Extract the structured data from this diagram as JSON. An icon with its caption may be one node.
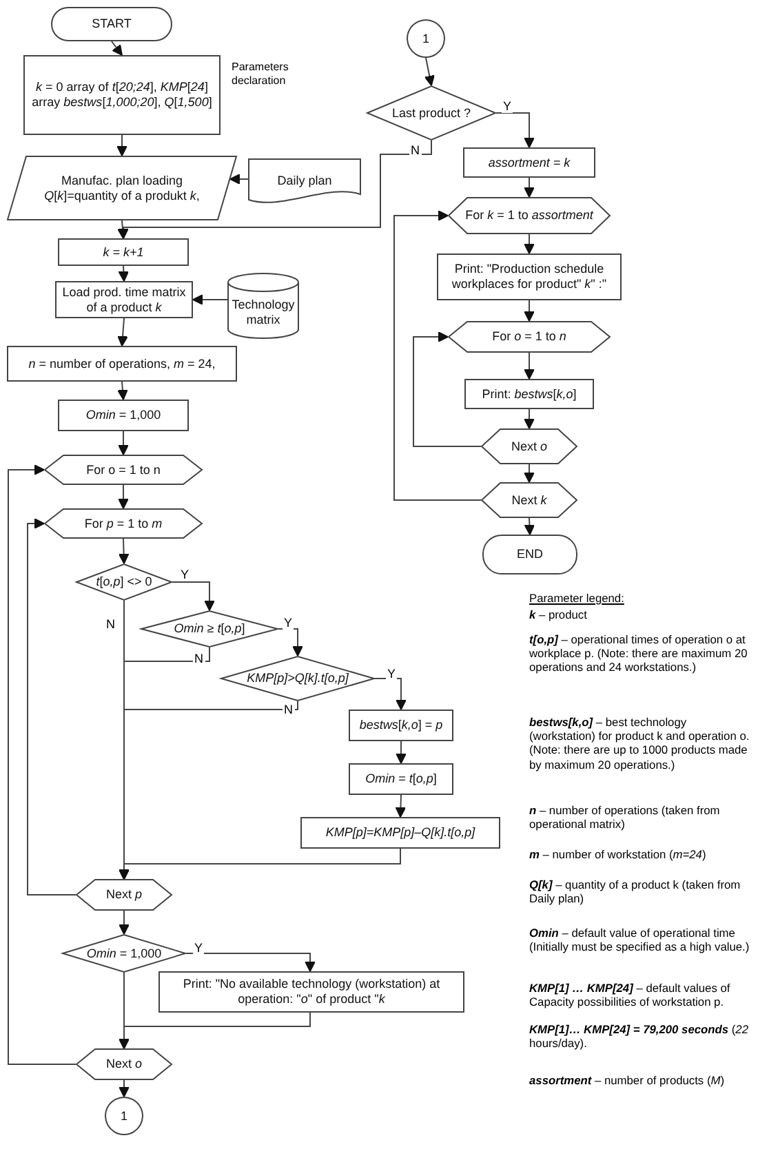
{
  "diagram": {
    "nodes": [
      {
        "text": [
          "START"
        ]
      },
      {
        "text": [
          "*k* = 0 array of *t*[*20;24*], *KMP*[*24*] array *bestws*[*1,000;20*], *Q*[*1,500*]"
        ],
        "beside": [
          "Parameters declaration"
        ]
      },
      {
        "text": [
          "Manufac. plan loading *Q*[*k*]=quantity of a produkt *k*,"
        ]
      },
      {
        "text": [
          "Daily plan"
        ]
      },
      {
        "text": [
          "k = k+1"
        ]
      },
      {
        "text": [
          "Load prod. time matrix of a product *k*"
        ]
      },
      {
        "text": [
          "Technology matrix"
        ]
      },
      {
        "text": [
          "*n* = number of operations, *m* = 24,"
        ]
      },
      {
        "text": [
          "*Omin* = 1,000"
        ]
      },
      {
        "text": [
          "For o = 1 to n"
        ]
      },
      {
        "text": [
          "For *p* = 1 to *m*"
        ]
      },
      {
        "text": [
          "*t*[*o,p*] <> 0"
        ]
      },
      {
        "text": [
          "*Omin* ≥ *t*[*o,p*]"
        ]
      },
      {
        "text": [
          "KMP[p]>Q[k].t[o,p]"
        ]
      },
      {
        "text": [
          "*bestws*[*k,o*] = *p*"
        ]
      },
      {
        "text": [
          "*Omin* = *t*[*o,p*]"
        ]
      },
      {
        "text": [
          "KMP[p]=KMP[p]–Q[k].t[o,p]"
        ]
      },
      {
        "text": [
          "Next *p*"
        ]
      },
      {
        "text": [
          "*Omin* = 1,000"
        ]
      },
      {
        "text": [
          "Print: \"No available technology (workstation) at operation: \"*o*\" of product \"*k*"
        ]
      },
      {
        "text": [
          "Next *o*"
        ]
      },
      {
        "text": [
          "1"
        ]
      },
      {
        "text": [
          "1"
        ]
      },
      {
        "text": [
          "Last product ?"
        ]
      },
      {
        "text": [
          "assortment = k"
        ]
      },
      {
        "text": [
          "For *k* = 1 to *assortment*"
        ]
      },
      {
        "text": [
          "Print: \"Production schedule workplaces for product\" *k*\" :\""
        ]
      },
      {
        "text": [
          "For *o* = 1 to *n*"
        ]
      },
      {
        "text": [
          "Print: *bestws*[*k,o*]"
        ]
      },
      {
        "text": [
          "Next *o*"
        ]
      },
      {
        "text": [
          "Next *k*"
        ]
      },
      {
        "text": [
          "END"
        ]
      }
    ],
    "edges": [
      {
        "from": 0,
        "to": 1,
        "arrow": "to"
      },
      {
        "from": 1,
        "to": 2,
        "arrow": "to"
      },
      {
        "from": 3,
        "to": 2,
        "arrow": "to"
      },
      {
        "from": 2,
        "to": 4,
        "arrow": "to"
      },
      {
        "from": 23,
        "to": 4,
        "arrow": "to",
        "label": "N"
      },
      {
        "from": 4,
        "to": 5,
        "arrow": "to"
      },
      {
        "from": 6,
        "to": 5,
        "arrow": "to"
      },
      {
        "from": 5,
        "to": 7,
        "arrow": "to"
      },
      {
        "from": 7,
        "to": 8,
        "arrow": "to"
      },
      {
        "from": 8,
        "to": 9,
        "arrow": "to"
      },
      {
        "from": 9,
        "to": 10,
        "arrow": "to"
      },
      {
        "from": 10,
        "to": 11,
        "arrow": "to"
      },
      {
        "from": 11,
        "to": 12,
        "arrow": "to",
        "label": "Y"
      },
      {
        "from": 11,
        "to": 17,
        "arrow": "to",
        "label": "N"
      },
      {
        "from": 12,
        "to": 17,
        "arrow": "to",
        "label": "N"
      },
      {
        "from": 12,
        "to": 13,
        "arrow": "to",
        "label": "Y"
      },
      {
        "from": 13,
        "to": 17,
        "arrow": "to",
        "label": "N"
      },
      {
        "from": 13,
        "to": 14,
        "arrow": "to",
        "label": "Y"
      },
      {
        "from": 14,
        "to": 15,
        "arrow": "to"
      },
      {
        "from": 15,
        "to": 16,
        "arrow": "to"
      },
      {
        "from": 16,
        "to": 17,
        "arrow": "to"
      },
      {
        "from": 17,
        "to": 10,
        "arrow": "to"
      },
      {
        "from": 17,
        "to": 18,
        "arrow": "to"
      },
      {
        "from": 18,
        "to": 19,
        "arrow": "to",
        "label": "Y"
      },
      {
        "from": 18,
        "to": 20,
        "arrow": "to"
      },
      {
        "from": 19,
        "to": 20,
        "arrow": "to"
      },
      {
        "from": 20,
        "to": 9,
        "arrow": "to"
      },
      {
        "from": 20,
        "to": 21,
        "arrow": "to"
      },
      {
        "from": 22,
        "to": 23,
        "arrow": "to"
      },
      {
        "from": 23,
        "to": 24,
        "arrow": "to",
        "label": "Y"
      },
      {
        "from": 24,
        "to": 25,
        "arrow": "to"
      },
      {
        "from": 25,
        "to": 26,
        "arrow": "to"
      },
      {
        "from": 26,
        "to": 27,
        "arrow": "to"
      },
      {
        "from": 27,
        "to": 28,
        "arrow": "to"
      },
      {
        "from": 28,
        "to": 29,
        "arrow": "to"
      },
      {
        "from": 29,
        "to": 27,
        "arrow": "to"
      },
      {
        "from": 29,
        "to": 30,
        "arrow": "to"
      },
      {
        "from": 30,
        "to": 25,
        "arrow": "to"
      },
      {
        "from": 30,
        "to": 31,
        "arrow": "to"
      }
    ],
    "labels": [
      "Parameter legend:",
      "**k** – product",
      "**t[o,p]** – operational times of operation o at workplace p. (Note: there are maximum 20 operations and 24 workstations.)",
      "**bestws[k,o]** – best technology (workstation) for product k and operation o. (Note: there are up to 1000 products made by maximum 20 operations.)",
      "**n** – number of operations (taken from operational matrix)",
      "**m** – number of workstation (*m=24*)",
      "**Q[k]** – quantity of a product k (taken from Daily plan)",
      "**Omin** – default value of operational time (Initially must be specified as a high value.)",
      "**KMP[1] … KMP[24]** – default values of Capacity possibilities of workstation p.",
      "**KMP[1]… KMP[24] = 79,200 seconds** (*22* hours/day).",
      "**assortment** – number of products (*M*)"
    ]
  }
}
